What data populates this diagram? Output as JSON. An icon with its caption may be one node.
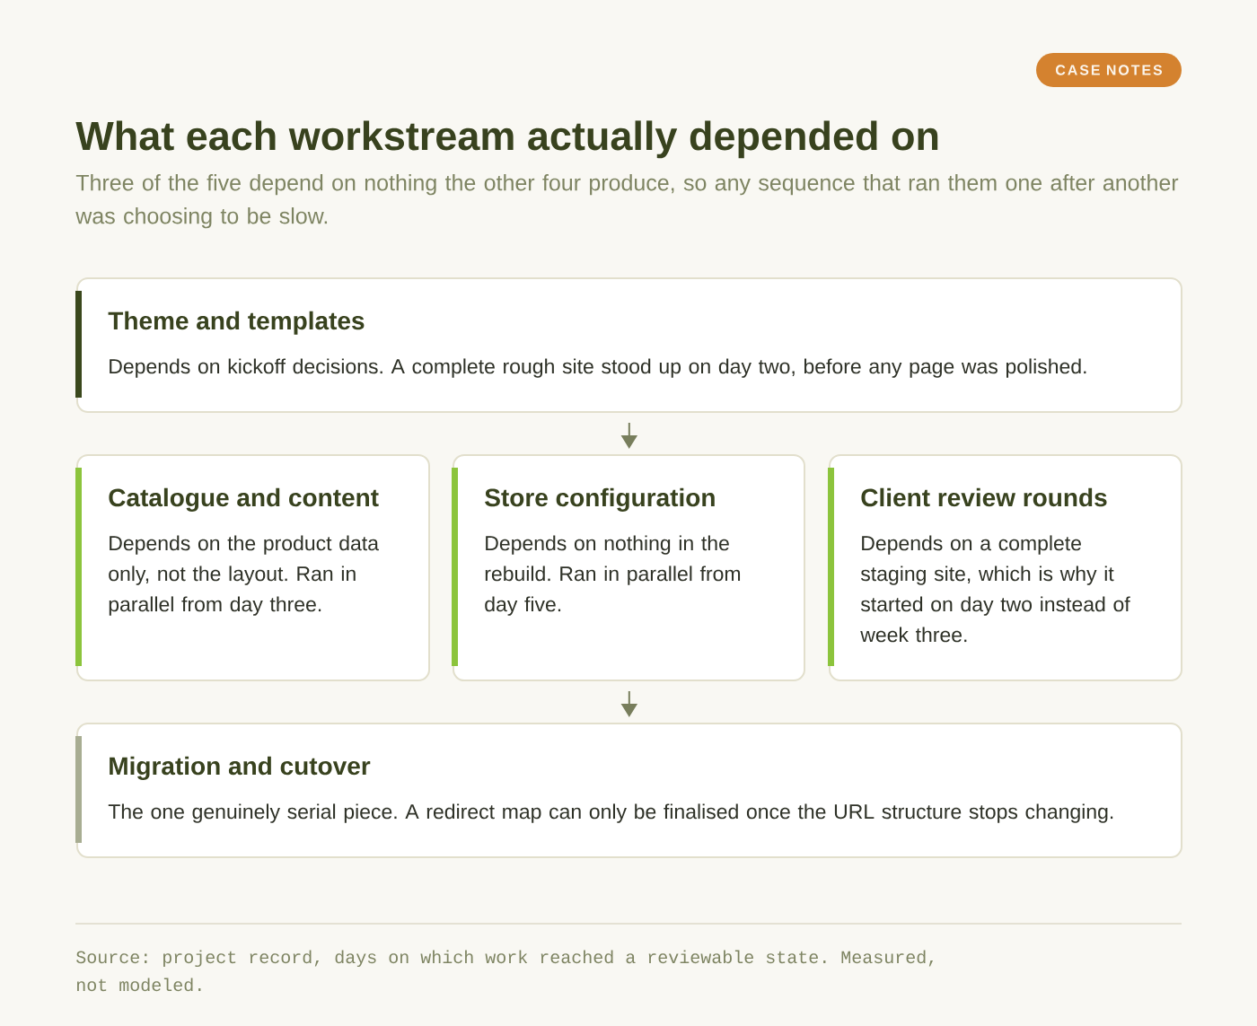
{
  "diagram": {
    "title": "What each workstream actually depended on",
    "nodes": [
      {
        "text": [
          "Theme and templates",
          "Depends on kickoff decisions. A complete rough site stood up on day two, before any page was polished."
        ]
      },
      {
        "text": [
          "Catalogue and content",
          "Depends on the product data only, not the layout. Ran in parallel from day three."
        ]
      },
      {
        "text": [
          "Store configuration",
          "Depends on nothing in the rebuild. Ran in parallel from day five."
        ]
      },
      {
        "text": [
          "Client review rounds",
          "Depends on a complete staging site, which is why it started on day two instead of week three."
        ]
      },
      {
        "text": [
          "Migration and cutover",
          "The one genuinely serial piece. A redirect map can only be finalised once the URL structure stops changing."
        ]
      }
    ],
    "edges": [
      {
        "from": 0,
        "to": 2,
        "arrow": "to"
      },
      {
        "from": 2,
        "to": 4,
        "arrow": "to"
      }
    ],
    "labels": [
      "CASE NOTES",
      "Three of the five depend on nothing the other four produce, so any sequence that ran them one after another was choosing to be slow.",
      "Source: project record, days on which work reached a reviewable state. Measured, not modeled."
    ]
  }
}
